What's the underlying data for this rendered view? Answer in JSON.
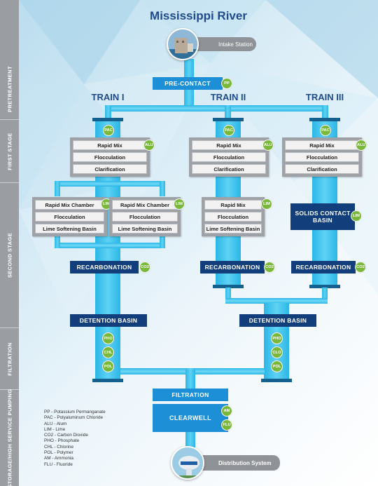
{
  "title": "Mississippi River",
  "stages": [
    "PRETREATMENT",
    "FIRST STAGE",
    "SECOND STAGE",
    "FILTRATION",
    "STORAGE/HIGH SERVICE PUMPING"
  ],
  "intake": {
    "label": "Intake Station"
  },
  "pre_contact": {
    "label": "PRE-CONTACT",
    "badge": "PP"
  },
  "trains": [
    "TRAIN I",
    "TRAIN II",
    "TRAIN III"
  ],
  "first_stage": {
    "steps": [
      "Rapid Mix",
      "Flocculation",
      "Clarification"
    ],
    "pac_badge": "PAC",
    "alu_badge": "ALU"
  },
  "second_stage": {
    "steps": [
      "Rapid Mix Chamber",
      "Flocculation",
      "Lime Softening Basin"
    ],
    "train2_first": "Rapid Mix",
    "lim_badge": "LIM",
    "solids": "SOLIDS CONTACT BASIN"
  },
  "recarbonation": {
    "label": "RECARBONATION",
    "badge": "CO2"
  },
  "detention": {
    "label": "DETENTION BASIN"
  },
  "filtration_badges_left": [
    "PHO",
    "CHL",
    "POL"
  ],
  "filtration_badges_right": [
    "PHO",
    "CLO",
    "POL"
  ],
  "filtration": {
    "label": "FILTRATION"
  },
  "clearwell": {
    "label": "CLEARWELL",
    "badges": [
      "AM",
      "FLU"
    ]
  },
  "distribution": {
    "label": "Distribution System"
  },
  "legend": [
    "PP - Potassium Permanganate",
    "PAC - Polyaluminum Chloride",
    "ALU - Alum",
    "LIM - Lime",
    "CO2 - Carbon Dioxide",
    "PHO - Phosphate",
    "CHL - Chlorine",
    "POL - Polymer",
    "AM - Ammonia",
    "FLU - Fluoride"
  ],
  "colors": {
    "navy": "#123e7c",
    "blue": "#1c8fd6",
    "pipe": "#2bb6e6",
    "badge": "#79b83a",
    "title": "#1f4b8a"
  }
}
